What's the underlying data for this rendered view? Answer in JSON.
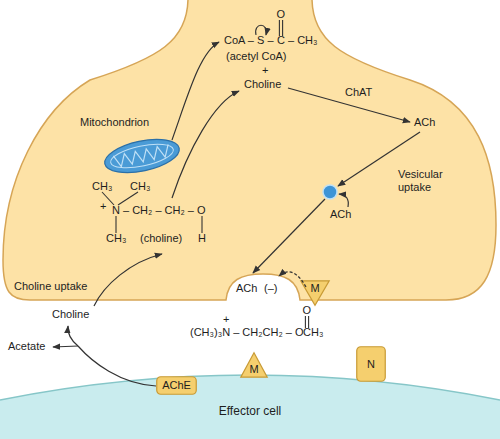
{
  "diagram": {
    "nodes": [
      {
        "text": [
          "Mitochondrion"
        ]
      },
      {
        "text": [
          "M"
        ]
      },
      {
        "text": [
          "Effector cell"
        ]
      },
      {
        "text": [
          "AChE"
        ],
        "in": 2
      },
      {
        "text": [
          "M"
        ],
        "in": 2
      },
      {
        "text": [
          "N"
        ],
        "in": 2
      }
    ],
    "labels": [
      "O",
      "CoA – S –",
      "C",
      "– CH₃",
      "(acetyl CoA)",
      "+",
      "Choline",
      "ChAT",
      "ACh",
      "Vesicular uptake",
      "CH₃",
      "CH₃",
      "+",
      "N – CH₂ – CH₂ – O",
      "ACh",
      "CH₃",
      "(choline)",
      "H",
      "Choline uptake",
      "ACh",
      "(–)",
      "Choline",
      "+",
      "O",
      "Acetate",
      "(CH₃)₃N – CH₂CH₂ – O",
      "CH₃"
    ]
  }
}
